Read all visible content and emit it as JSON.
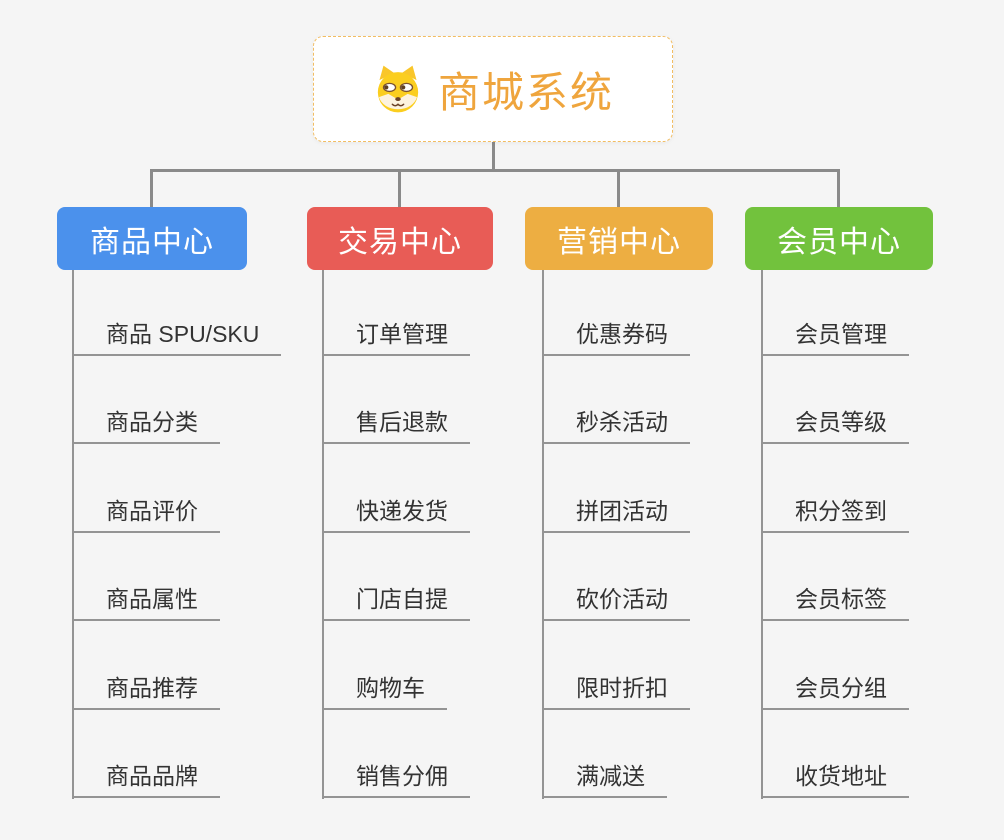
{
  "root": {
    "title": "商城系统",
    "icon": "dog-icon",
    "title_color": "#efa53d",
    "border_color": "#f2bd62",
    "background": "#ffffff"
  },
  "branches": [
    {
      "label": "商品中心",
      "color": "#4b91ec",
      "items": [
        "商品 SPU/SKU",
        "商品分类",
        "商品评价",
        "商品属性",
        "商品推荐",
        "商品品牌"
      ]
    },
    {
      "label": "交易中心",
      "color": "#e85c56",
      "items": [
        "订单管理",
        "售后退款",
        "快递发货",
        "门店自提",
        "购物车",
        "销售分佣"
      ]
    },
    {
      "label": "营销中心",
      "color": "#edae42",
      "items": [
        "优惠券码",
        "秒杀活动",
        "拼团活动",
        "砍价活动",
        "限时折扣",
        "满减送"
      ]
    },
    {
      "label": "会员中心",
      "color": "#72c23d",
      "items": [
        "会员管理",
        "会员等级",
        "积分签到",
        "会员标签",
        "会员分组",
        "收货地址"
      ]
    }
  ],
  "connector_color": "#8a8a8a",
  "background_color": "#f5f5f5"
}
